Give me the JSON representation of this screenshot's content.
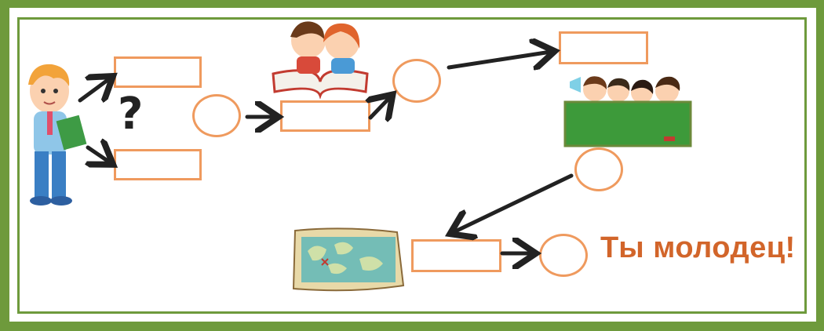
{
  "question_mark": "?",
  "praise_text": "Ты молодец!",
  "colors": {
    "frame_green": "#6e9a3c",
    "box_border": "#ef9a5e",
    "arrow": "#222222",
    "praise": "#d2652a",
    "blackboard": "#3d9a3a"
  },
  "illustrations": [
    "boy-with-book",
    "children-reading-book",
    "children-at-blackboard",
    "treasure-map"
  ]
}
